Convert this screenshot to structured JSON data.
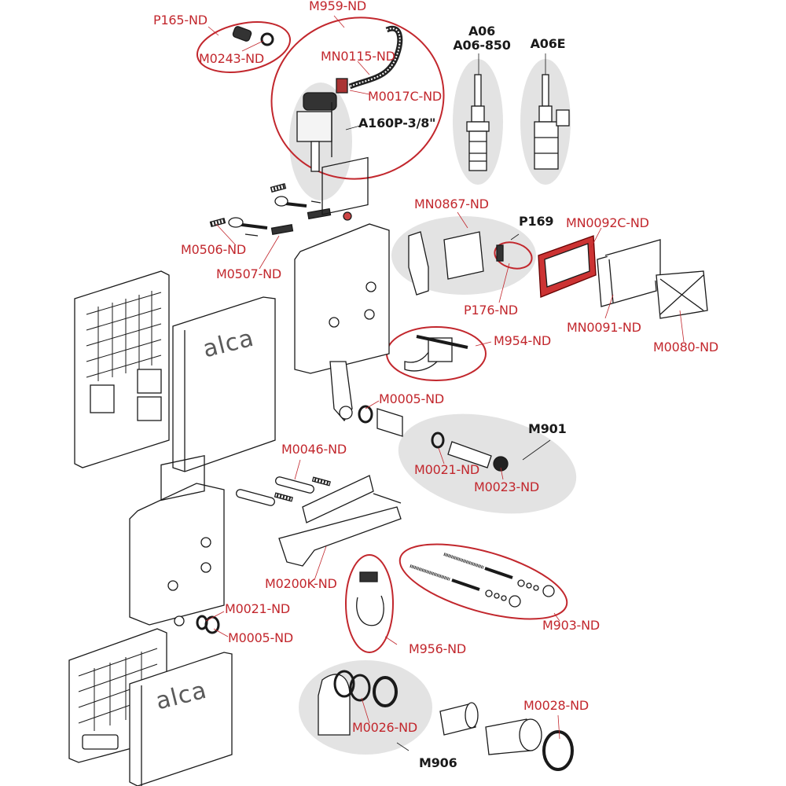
{
  "diagram": {
    "title": "Exploded view – concealed cistern spare parts",
    "colors": {
      "part_label": "#c2272d",
      "group_label": "#1a1a1a",
      "highlight_ellipse": "#c2272d",
      "group_backdrop": "#e3e3e3",
      "line_art": "#1a1a1a"
    },
    "brand_logo": "alca",
    "labels": {
      "P165": "P165-ND",
      "M0243": "M0243-ND",
      "M959": "M959-ND",
      "MN0115": "MN0115-ND",
      "M0017C": "M0017C-ND",
      "A160P": "A160P-3/8\"",
      "A06": "A06",
      "A06_850": "A06-850",
      "A06E": "A06E",
      "M0506": "M0506-ND",
      "M0507": "M0507-ND",
      "MN0867": "MN0867-ND",
      "P169": "P169",
      "MN0092C": "MN0092C-ND",
      "P176": "P176-ND",
      "MN0091": "MN0091-ND",
      "M0080": "M0080-ND",
      "M954": "M954-ND",
      "M0005_top": "M0005-ND",
      "M901": "M901",
      "M0021_top": "M0021-ND",
      "M0023": "M0023-ND",
      "M0046": "M0046-ND",
      "M0200K": "M0200K-ND",
      "M0021_bottom": "M0021-ND",
      "M0005_bottom": "M0005-ND",
      "M956": "M956-ND",
      "M903": "M903-ND",
      "M0028": "M0028-ND",
      "M0026": "M0026-ND",
      "M906": "M906"
    }
  }
}
